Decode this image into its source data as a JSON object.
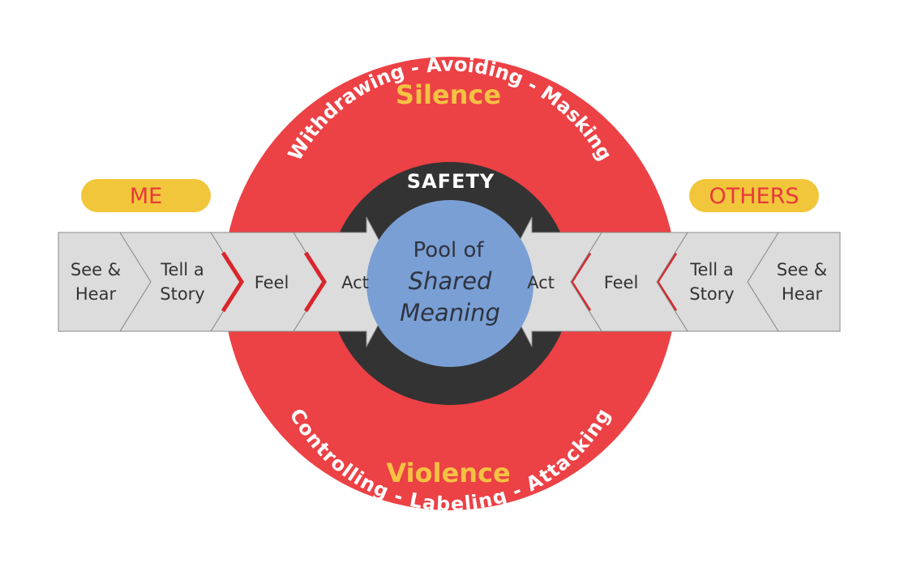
{
  "me_label": "ME",
  "others_label": "OTHERS",
  "silence": {
    "title": "Silence",
    "behaviors": "Withdrawing - Avoiding - Masking"
  },
  "violence": {
    "title": "Violence",
    "behaviors": "Controlling - Labeling - Attacking"
  },
  "safety_label": "SAFETY",
  "pool": {
    "line1": "Pool of",
    "line2": "Shared",
    "line3": "Meaning"
  },
  "left_steps": {
    "see_hear": [
      "See &",
      "Hear"
    ],
    "tell_story": [
      "Tell a",
      "Story"
    ],
    "feel": "Feel",
    "act": "Act"
  },
  "right_steps": {
    "act": "Act",
    "feel": "Feel",
    "tell_story": [
      "Tell a",
      "Story"
    ],
    "see_hear": [
      "See &",
      "Hear"
    ]
  },
  "colors": {
    "outer_ring": "#ec4145",
    "inner_ring": "#333333",
    "pool": "#7a9fd4",
    "pill": "#f2c63a",
    "pill_text": "#e8383d",
    "ring_title": "#f5c242",
    "step_fill": "#dcdcdc",
    "accent_red": "#d9262c"
  }
}
